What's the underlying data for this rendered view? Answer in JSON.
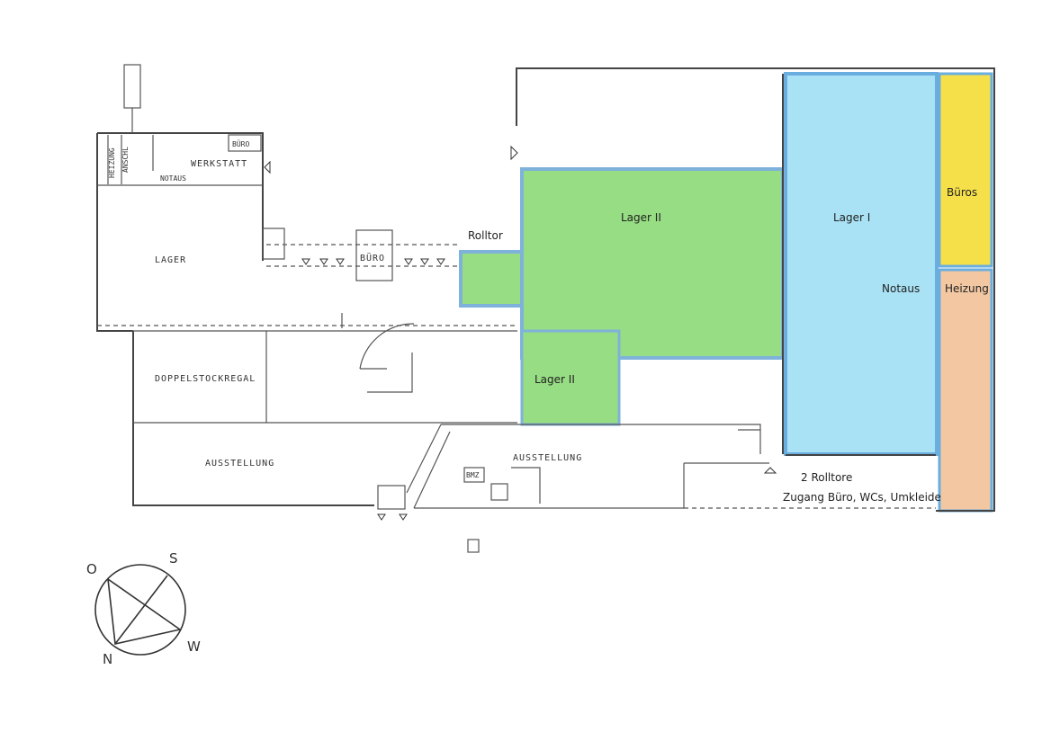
{
  "rooms": {
    "heizung_left": "HEIZUNG",
    "anschl": "ANSCHL",
    "buero_top": "BÜRO",
    "werkstatt": "WERKSTATT",
    "notaus_small": "NOTAUS",
    "lager": "LAGER",
    "buero_mid": "BÜRO",
    "doppelstockregal": "DOPPELSTOCKREGAL",
    "ausstellung_left": "AUSSTELLUNG",
    "ausstellung_mid": "AUSSTELLUNG",
    "bmz": "BMZ"
  },
  "annotations": {
    "rolltor": "Rolltor",
    "lager2_main": "Lager II",
    "lager2_small": "Lager II",
    "lager1": "Lager I",
    "bueros": "Büros",
    "notaus": "Notaus",
    "heizung": "Heizung",
    "rolltore": "2 Rolltore",
    "zugang": "Zugang Büro, WCs, Umkleide"
  },
  "compass": {
    "o": "O",
    "s": "S",
    "n": "N",
    "w": "W"
  },
  "colors": {
    "lager2": "#97dd83",
    "lager2_border": "#7fb2da",
    "lager1": "#a9e2f5",
    "lager1_border": "#6aaee0",
    "bueros": "#f6e04a",
    "heizung": "#f2c7a2",
    "outline": "#444444"
  }
}
